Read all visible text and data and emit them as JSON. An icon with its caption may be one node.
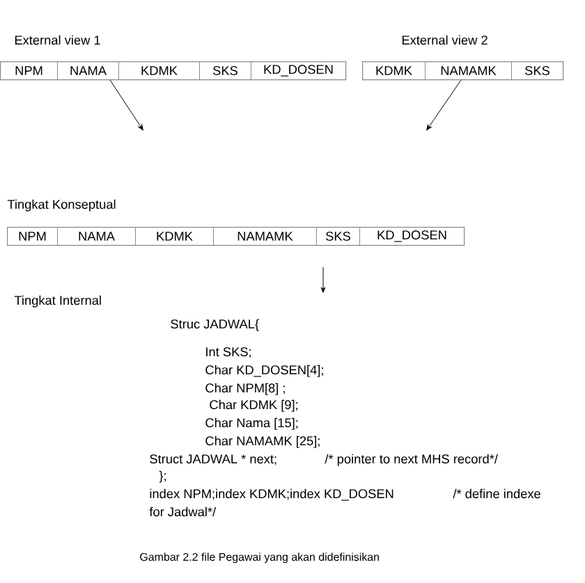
{
  "diagram": {
    "caption": "Gambar 2.2 file Pegawai yang akan didefinisikan",
    "nodes": [
      {
        "text": [
          "External view 1"
        ]
      },
      {
        "text": [
          "NPM"
        ],
        "in": 0
      },
      {
        "text": [
          "NAMA"
        ],
        "in": 0
      },
      {
        "text": [
          "KDMK"
        ],
        "in": 0
      },
      {
        "text": [
          "SKS"
        ],
        "in": 0
      },
      {
        "text": [
          "KD_DOSEN"
        ],
        "in": 0
      },
      {
        "text": [
          "External view 2"
        ]
      },
      {
        "text": [
          "KDMK"
        ],
        "in": 6
      },
      {
        "text": [
          "NAMAMK"
        ],
        "in": 6
      },
      {
        "text": [
          "SKS"
        ],
        "in": 6
      },
      {
        "text": [
          "Tingkat Konseptual"
        ]
      },
      {
        "text": [
          "NPM"
        ],
        "in": 10
      },
      {
        "text": [
          "NAMA"
        ],
        "in": 10
      },
      {
        "text": [
          "KDMK"
        ],
        "in": 10
      },
      {
        "text": [
          "NAMAMK"
        ],
        "in": 10
      },
      {
        "text": [
          "SKS"
        ],
        "in": 10
      },
      {
        "text": [
          "KD_DOSEN"
        ],
        "in": 10
      },
      {
        "text": [
          "Tingkat Internal",
          "Struc JADWAL{",
          "Int SKS;",
          "Char KD_DOSEN[4];",
          "Char NPM[8] ;",
          "Char KDMK [9];",
          "Char Nama [15];",
          "Char NAMAMK [25];",
          "Struct JADWAL * next;",
          "/* pointer to next MHS record*/",
          "};",
          "index NPM;index KDMK;index KD_DOSEN",
          "/* define indexe",
          "for Jadwal*/"
        ]
      }
    ],
    "edges": [
      {
        "from": 2,
        "to": null,
        "arrow": "to"
      },
      {
        "from": 8,
        "to": null,
        "arrow": "to"
      },
      {
        "from": null,
        "to": 17,
        "arrow": "to"
      }
    ]
  }
}
